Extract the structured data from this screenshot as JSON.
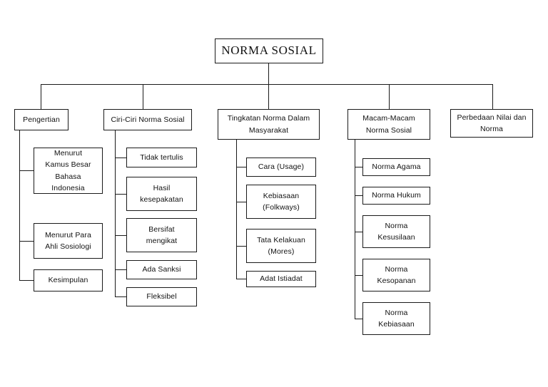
{
  "diagram": {
    "title": "NORMA SOSIAL",
    "type": "tree-diagram",
    "orientation": "top-down",
    "line_color": "#1a1a1a",
    "box_fill": "#ffffff",
    "text_color": "#111111",
    "root": {
      "label": "NORMA SOSIAL"
    },
    "branches": [
      {
        "label": "Pengertian",
        "children": [
          {
            "label": "Menurut\nKamus Besar\nBahasa\nIndonesia"
          },
          {
            "label": "Menurut Para\nAhli Sosiologi"
          },
          {
            "label": "Kesimpulan"
          }
        ]
      },
      {
        "label": "Ciri-Ciri Norma Sosial",
        "children": [
          {
            "label": "Tidak tertulis"
          },
          {
            "label": "Hasil\nkesepakatan"
          },
          {
            "label": "Bersifat\nmengikat"
          },
          {
            "label": "Ada Sanksi"
          },
          {
            "label": "Fleksibel"
          }
        ]
      },
      {
        "label": "Tingkatan Norma Dalam\nMasyarakat",
        "children": [
          {
            "label": "Cara (Usage)"
          },
          {
            "label": "Kebiasaan\n(Folkways)"
          },
          {
            "label": "Tata Kelakuan\n(Mores)"
          },
          {
            "label": "Adat Istiadat"
          }
        ]
      },
      {
        "label": "Macam-Macam\nNorma Sosial",
        "children": [
          {
            "label": "Norma Agama"
          },
          {
            "label": "Norma Hukum"
          },
          {
            "label": "Norma\nKesusilaan"
          },
          {
            "label": "Norma\nKesopanan"
          },
          {
            "label": "Norma\nKebiasaan"
          }
        ]
      },
      {
        "label": "Perbedaan Nilai dan\nNorma",
        "children": []
      }
    ]
  }
}
